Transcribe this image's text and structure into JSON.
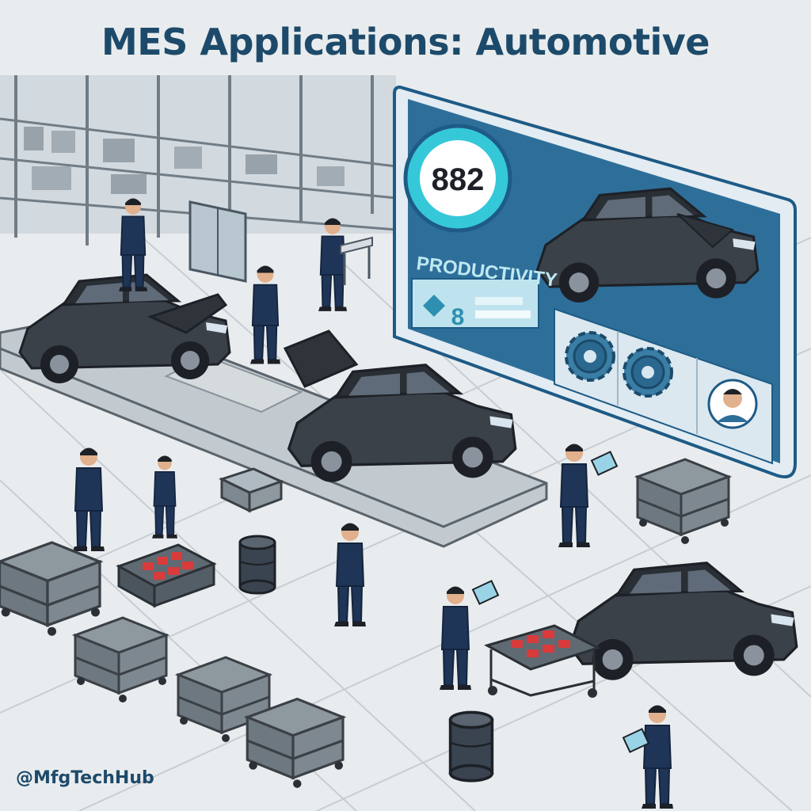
{
  "title": "MES Applications: Automotive",
  "handle": "@MfgTechHub",
  "dashboard": {
    "gauge_value": "882",
    "productivity_label": "PRODUCTIVITY",
    "metric_value": "8"
  },
  "colors": {
    "title": "#1d4a6a",
    "screen_frame": "#1e5b86",
    "screen_panel": "#2e6f9a",
    "gauge_ring": "#35c8d8",
    "worker_uniform": "#1f3557",
    "car_body": "#3b4148",
    "part_red": "#d93b3b",
    "floor": "#e9ecee"
  },
  "icons": [
    "gear-icon",
    "gear-icon",
    "operator-avatar-icon",
    "diamond-icon"
  ]
}
